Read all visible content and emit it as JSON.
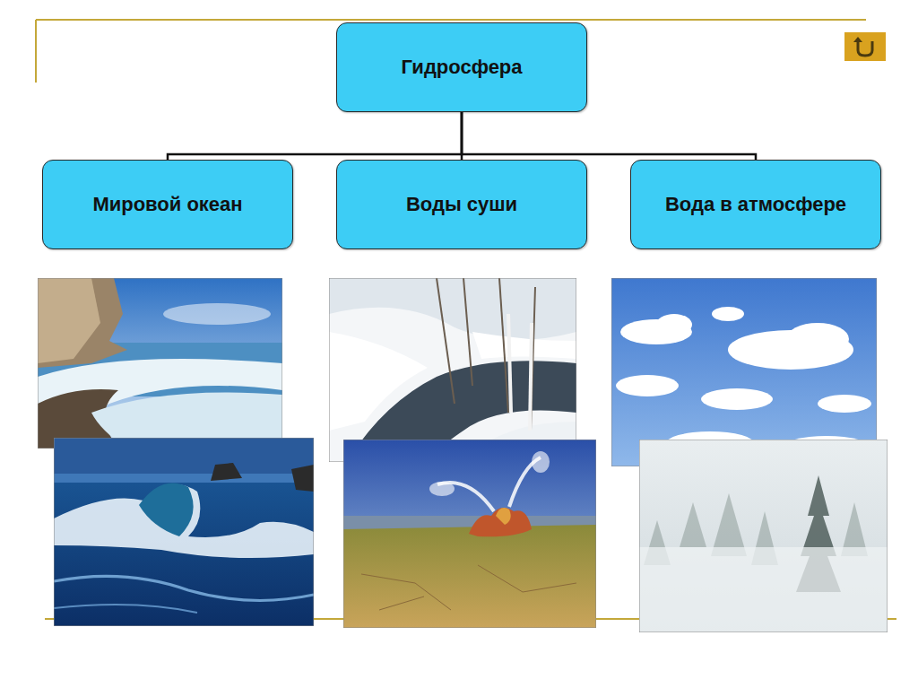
{
  "diagram": {
    "nodes": [
      {
        "text": [
          "Гидросфера"
        ]
      },
      {
        "text": [
          "Мировой океан"
        ]
      },
      {
        "text": [
          "Воды суши"
        ]
      },
      {
        "text": [
          "Вода в атмосфере"
        ]
      }
    ],
    "edges": [
      {
        "from": 0,
        "to": 1,
        "arrow": "none"
      },
      {
        "from": 0,
        "to": 2,
        "arrow": "none"
      },
      {
        "from": 0,
        "to": 3,
        "arrow": "none"
      }
    ]
  }
}
